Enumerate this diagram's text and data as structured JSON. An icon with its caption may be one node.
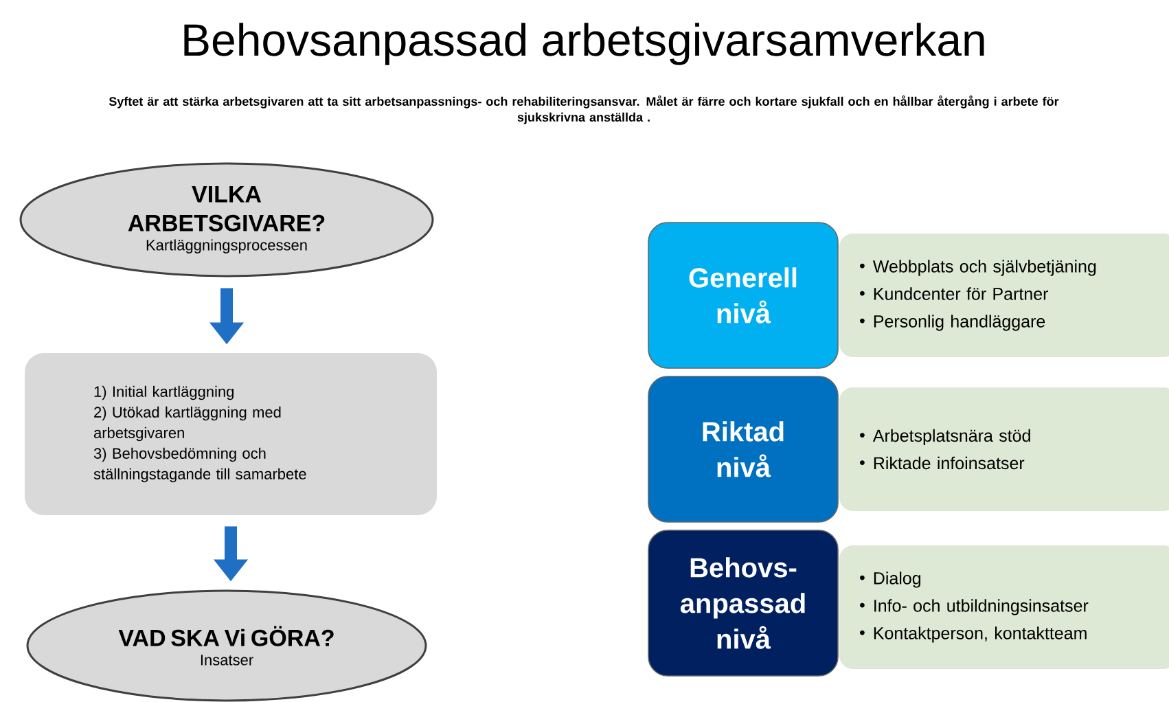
{
  "diagram": {
    "title": "Behovsanpassad arbetsgivarsamverkan",
    "nodes": [
      {
        "text": [
          "VILKA ARBETSGIVARE?",
          "Kartläggningsprocessen"
        ]
      },
      {
        "text": [
          "1) Initial kartläggning",
          "2) Utökad kartläggning med arbetsgivaren",
          "3) Behovsbedömning och ställningstagande till samarbete"
        ]
      },
      {
        "text": [
          "VAD SKA Vi GÖRA?",
          "Insatser"
        ]
      },
      {
        "text": [
          "Generell nivå"
        ]
      },
      {
        "text": [
          "Webbplats och självbetjäning",
          "Kundcenter för Partner",
          "Personlig handläggare"
        ]
      },
      {
        "text": [
          "Riktad nivå"
        ]
      },
      {
        "text": [
          "Arbetsplatsnära stöd",
          "Riktade infoinsatser"
        ]
      },
      {
        "text": [
          "Behovs-anpassad nivå"
        ]
      },
      {
        "text": [
          "Dialog",
          "Info- och utbildningsinsatser",
          "Kontaktperson, kontaktteam"
        ]
      }
    ],
    "edges": [
      {
        "from": 0,
        "to": 1,
        "arrow": "to"
      },
      {
        "from": 1,
        "to": 2,
        "arrow": "to"
      }
    ],
    "labels": [
      "Syftet är att stärka arbetsgivaren att ta sitt arbetsanpassnings- och rehabiliteringsansvar. Målet är färre och kortare sjukfall och en hållbar återgång i arbete för sjukskrivna anställda ."
    ]
  }
}
